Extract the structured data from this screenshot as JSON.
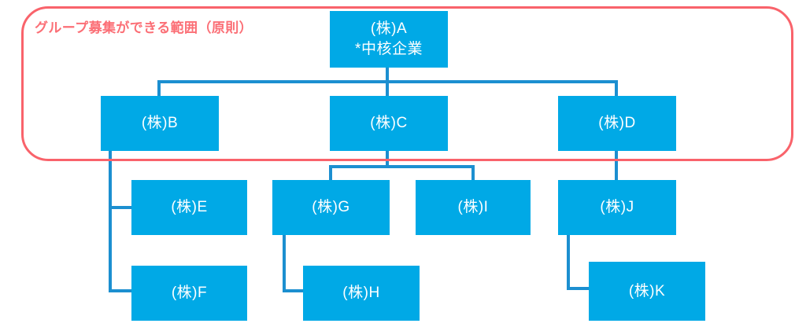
{
  "diagram": {
    "type": "org-chart",
    "background_color": "#ffffff",
    "node_fill_color": "#00a9e6",
    "node_text_color": "#ffffff",
    "connector_color": "#1c8fd0",
    "scope_color": "#f9636b",
    "scope": {
      "label": "グループ募集ができる範囲（原則）",
      "encloses": [
        "A",
        "B",
        "C",
        "D"
      ]
    },
    "nodes": [
      {
        "id": "A",
        "title": "(株)A",
        "subtitle": "*中核企業",
        "level": 1,
        "parent": null
      },
      {
        "id": "B",
        "title": "(株)B",
        "subtitle": "",
        "level": 2,
        "parent": "A"
      },
      {
        "id": "C",
        "title": "(株)C",
        "subtitle": "",
        "level": 2,
        "parent": "A"
      },
      {
        "id": "D",
        "title": "(株)D",
        "subtitle": "",
        "level": 2,
        "parent": "A"
      },
      {
        "id": "E",
        "title": "(株)E",
        "subtitle": "",
        "level": 3,
        "parent": "B"
      },
      {
        "id": "G",
        "title": "(株)G",
        "subtitle": "",
        "level": 3,
        "parent": "C"
      },
      {
        "id": "I",
        "title": "(株)I",
        "subtitle": "",
        "level": 3,
        "parent": "C"
      },
      {
        "id": "J",
        "title": "(株)J",
        "subtitle": "",
        "level": 3,
        "parent": "D"
      },
      {
        "id": "F",
        "title": "(株)F",
        "subtitle": "",
        "level": 4,
        "parent": "B"
      },
      {
        "id": "H",
        "title": "(株)H",
        "subtitle": "",
        "level": 4,
        "parent": "G"
      },
      {
        "id": "K",
        "title": "(株)K",
        "subtitle": "",
        "level": 4,
        "parent": "J"
      }
    ]
  }
}
